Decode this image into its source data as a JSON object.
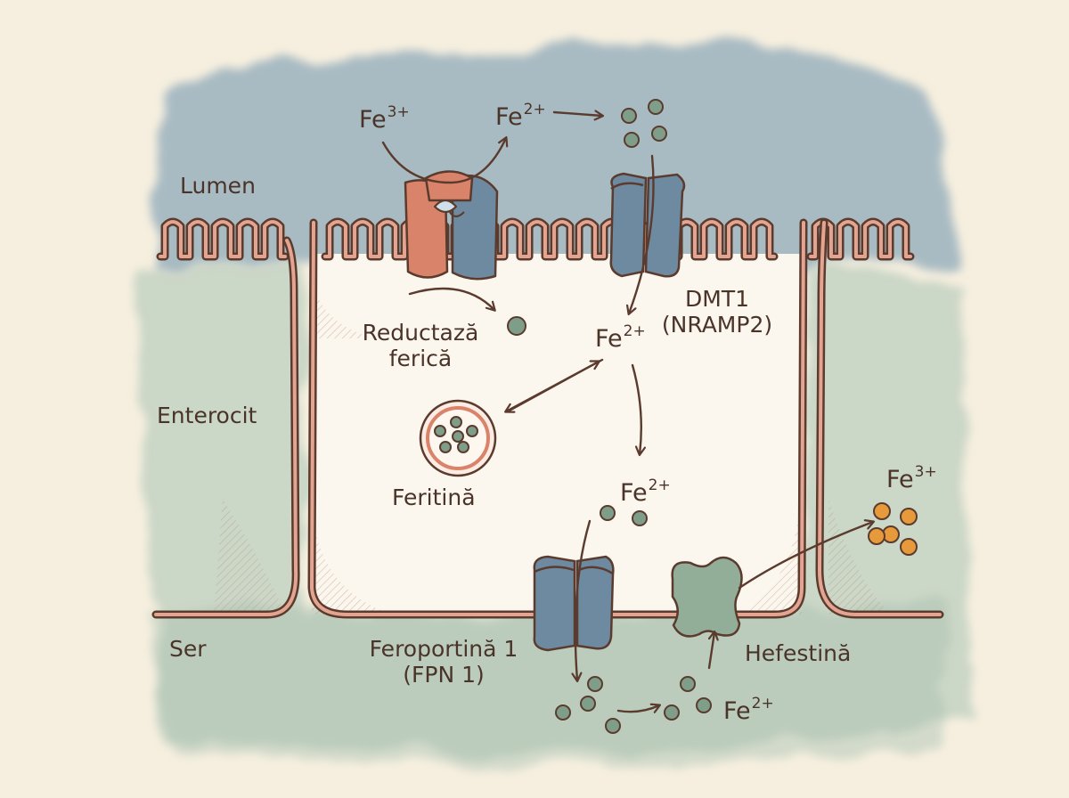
{
  "regions": {
    "lumen": "Lumen",
    "enterocyte": "Enterocit",
    "serum": "Ser"
  },
  "proteins": {
    "ferric_reductase": {
      "line1": "Reductază",
      "line2": "ferică"
    },
    "dmt1": {
      "line1": "DMT1",
      "line2": "(NRAMP2)"
    },
    "ferritin": "Feritină",
    "ferroportin": {
      "line1": "Feroportină 1",
      "line2": "(FPN 1)"
    },
    "hephaestin": "Hefestină"
  },
  "ions": {
    "symbol": "Fe",
    "ferric_charge": "3+",
    "ferrous_charge": "2+"
  },
  "colors": {
    "background": "#f6efdf",
    "lumen_wash": "#8fa9ba",
    "serum_wash": "#a8c2b2",
    "membrane": "#e3a592",
    "outline": "#5a3b2e",
    "reductase": "#d9846a",
    "transporter": "#6e8aa0",
    "hephaestin": "#93ae98",
    "ferrous_iron": "#7f9e8a",
    "ferric_iron": "#e69a3c"
  }
}
